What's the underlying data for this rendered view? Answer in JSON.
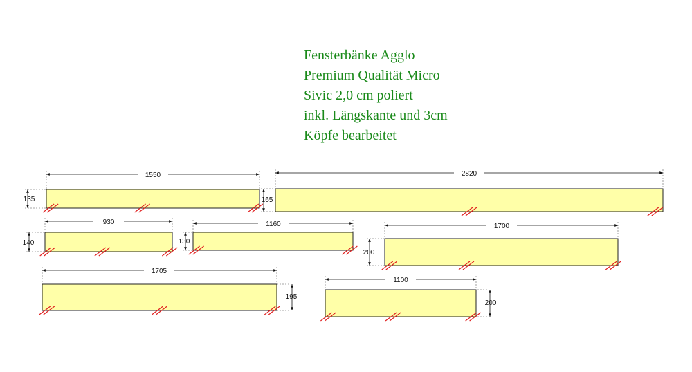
{
  "title_lines": [
    "Fensterbänke Agglo",
    "Premium Qualität Micro",
    "Sivic 2,0 cm poliert",
    "inkl. Längskante und 3cm",
    "Köpfe bearbeitet"
  ],
  "colors": {
    "title": "#1a8a1a",
    "panel_fill": "#ffffa8",
    "outline": "#222222",
    "edge_mark": "#e02020"
  },
  "panels": [
    {
      "length": "1550",
      "depth": "135"
    },
    {
      "length": "2820",
      "depth": "165"
    },
    {
      "length": "930",
      "depth": "140"
    },
    {
      "length": "1160",
      "depth": "130"
    },
    {
      "length": "1700",
      "depth": "200"
    },
    {
      "length": "1705",
      "depth": "195"
    },
    {
      "length": "1100",
      "depth": "200"
    }
  ]
}
